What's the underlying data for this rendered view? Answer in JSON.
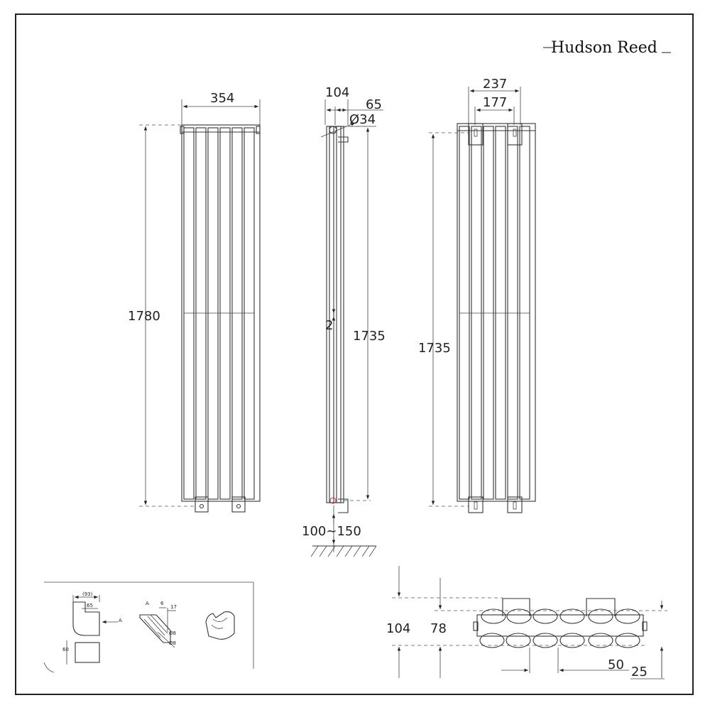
{
  "brand": {
    "name": "Hudson Reed"
  },
  "front_view": {
    "width": "354",
    "height": "1780"
  },
  "side_view": {
    "depth": "104",
    "offset": "65",
    "pipe_diameter": "Ø34",
    "gap": "2",
    "height": "1735",
    "floor_clearance": "100~150"
  },
  "rear_view": {
    "outer_width": "237",
    "inner_width": "177",
    "height": "1735"
  },
  "top_view": {
    "depth_outer": "104",
    "depth_inner": "78",
    "spacing": "50",
    "edge": "25"
  },
  "bracket_detail": {
    "width_overall": "(93)",
    "width_inner": "65",
    "label_a": "A",
    "label_a2": "A",
    "dim_6": "6",
    "dim_17": "17",
    "hole_1": "Ø8",
    "hole_2": "Ø8",
    "dim_60": "60"
  }
}
